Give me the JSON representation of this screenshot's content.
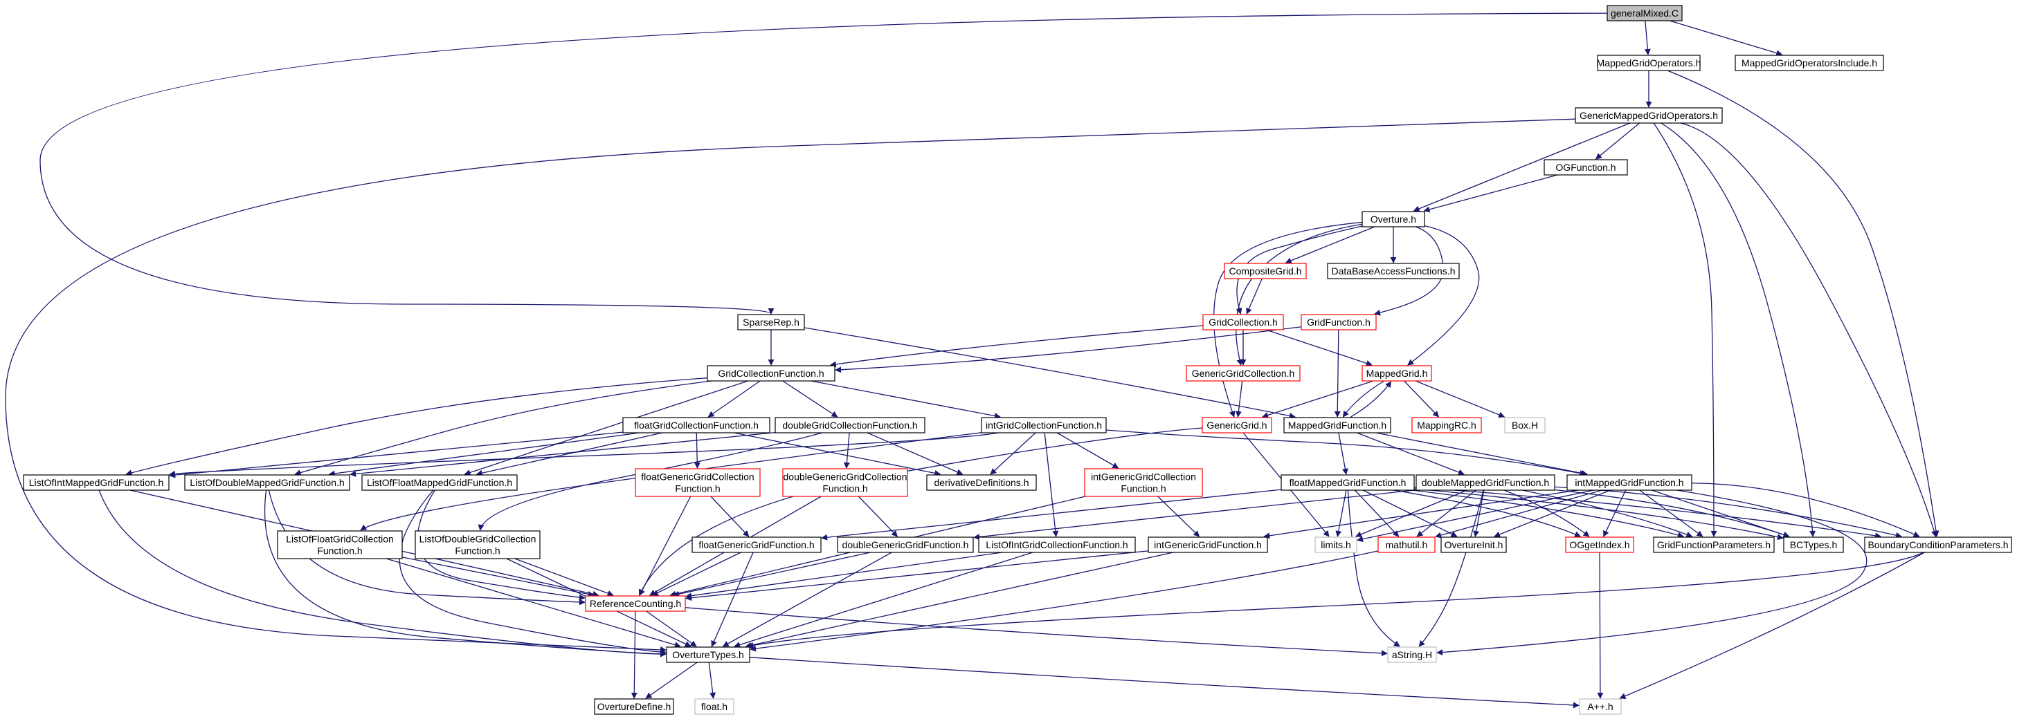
{
  "graph": {
    "root": "generalMixed.C",
    "colors": {
      "edge": "#191970",
      "node_border": "#000000",
      "node_border_truncated": "#ff0000",
      "node_border_external": "#bfbfbf",
      "root_fill": "#bfbfbf",
      "node_fill": "#ffffff"
    },
    "nodes": [
      {
        "id": "n_general",
        "label": "generalMixed.C",
        "style": "root"
      },
      {
        "id": "n_mgo",
        "label": "MappedGridOperators.h",
        "style": "normal"
      },
      {
        "id": "n_mgoinc",
        "label": "MappedGridOperatorsInclude.h",
        "style": "normal"
      },
      {
        "id": "n_gmgo",
        "label": "GenericMappedGridOperators.h",
        "style": "normal"
      },
      {
        "id": "n_ogf",
        "label": "OGFunction.h",
        "style": "normal"
      },
      {
        "id": "n_overture",
        "label": "Overture.h",
        "style": "normal"
      },
      {
        "id": "n_compgrid",
        "label": "CompositeGrid.h",
        "style": "truncated"
      },
      {
        "id": "n_dbaf",
        "label": "DataBaseAccessFunctions.h",
        "style": "normal"
      },
      {
        "id": "n_sparse",
        "label": "SparseRep.h",
        "style": "normal"
      },
      {
        "id": "n_gridcoll",
        "label": "GridCollection.h",
        "style": "truncated"
      },
      {
        "id": "n_gridfunc",
        "label": "GridFunction.h",
        "style": "truncated"
      },
      {
        "id": "n_gcf",
        "label": "GridCollectionFunction.h",
        "style": "normal"
      },
      {
        "id": "n_ggc",
        "label": "GenericGridCollection.h",
        "style": "truncated"
      },
      {
        "id": "n_mappedgrid",
        "label": "MappedGrid.h",
        "style": "truncated"
      },
      {
        "id": "n_fgcf",
        "label": "floatGridCollectionFunction.h",
        "style": "normal"
      },
      {
        "id": "n_dgcf",
        "label": "doubleGridCollectionFunction.h",
        "style": "normal"
      },
      {
        "id": "n_igcf",
        "label": "intGridCollectionFunction.h",
        "style": "normal"
      },
      {
        "id": "n_genericgrid",
        "label": "GenericGrid.h",
        "style": "truncated"
      },
      {
        "id": "n_mgf",
        "label": "MappedGridFunction.h",
        "style": "normal"
      },
      {
        "id": "n_mappingrc",
        "label": "MappingRC.h",
        "style": "truncated"
      },
      {
        "id": "n_boxh",
        "label": "Box.H",
        "style": "external"
      },
      {
        "id": "n_loimgf",
        "label": "ListOfIntMappedGridFunction.h",
        "style": "normal"
      },
      {
        "id": "n_lodmgf",
        "label": "ListOfDoubleMappedGridFunction.h",
        "style": "normal"
      },
      {
        "id": "n_lofmgf",
        "label": "ListOfFloatMappedGridFunction.h",
        "style": "normal"
      },
      {
        "id": "n_fggcf",
        "label": [
          "floatGenericGridCollection",
          "Function.h"
        ],
        "style": "truncated"
      },
      {
        "id": "n_dggcf",
        "label": [
          "doubleGenericGridCollection",
          "Function.h"
        ],
        "style": "truncated"
      },
      {
        "id": "n_derivdef",
        "label": "derivativeDefinitions.h",
        "style": "normal"
      },
      {
        "id": "n_iggcf",
        "label": [
          "intGenericGridCollection",
          "Function.h"
        ],
        "style": "truncated"
      },
      {
        "id": "n_fmgf",
        "label": "floatMappedGridFunction.h",
        "style": "normal"
      },
      {
        "id": "n_dmgf",
        "label": "doubleMappedGridFunction.h",
        "style": "normal"
      },
      {
        "id": "n_imgf",
        "label": "intMappedGridFunction.h",
        "style": "normal"
      },
      {
        "id": "n_lofgcf",
        "label": [
          "ListOfFloatGridCollection",
          "Function.h"
        ],
        "style": "normal"
      },
      {
        "id": "n_lodgcf",
        "label": [
          "ListOfDoubleGridCollection",
          "Function.h"
        ],
        "style": "normal"
      },
      {
        "id": "n_fggf",
        "label": "floatGenericGridFunction.h",
        "style": "normal"
      },
      {
        "id": "n_dggf",
        "label": "doubleGenericGridFunction.h",
        "style": "normal"
      },
      {
        "id": "n_loigcf",
        "label": "ListOfIntGridCollectionFunction.h",
        "style": "normal"
      },
      {
        "id": "n_iggf",
        "label": "intGenericGridFunction.h",
        "style": "normal"
      },
      {
        "id": "n_limits",
        "label": "limits.h",
        "style": "external"
      },
      {
        "id": "n_mathutil",
        "label": "mathutil.h",
        "style": "truncated"
      },
      {
        "id": "n_ovinit",
        "label": "OvertureInit.h",
        "style": "normal"
      },
      {
        "id": "n_oggetindex",
        "label": "OGgetIndex.h",
        "style": "truncated"
      },
      {
        "id": "n_gfp",
        "label": "GridFunctionParameters.h",
        "style": "normal"
      },
      {
        "id": "n_bctypes",
        "label": "BCTypes.h",
        "style": "normal"
      },
      {
        "id": "n_bcp",
        "label": "BoundaryConditionParameters.h",
        "style": "normal"
      },
      {
        "id": "n_refcount",
        "label": "ReferenceCounting.h",
        "style": "truncated"
      },
      {
        "id": "n_ovtypes",
        "label": "OvertureTypes.h",
        "style": "normal"
      },
      {
        "id": "n_astring",
        "label": "aString.H",
        "style": "external"
      },
      {
        "id": "n_ovdefine",
        "label": "OvertureDefine.h",
        "style": "normal"
      },
      {
        "id": "n_floath",
        "label": "float.h",
        "style": "external"
      },
      {
        "id": "n_app",
        "label": "A++.h",
        "style": "external"
      }
    ],
    "edges": [
      [
        "n_general",
        "n_mgo"
      ],
      [
        "n_general",
        "n_mgoinc"
      ],
      [
        "n_general",
        "n_sparse"
      ],
      [
        "n_mgo",
        "n_gmgo"
      ],
      [
        "n_mgo",
        "n_bcp"
      ],
      [
        "n_gmgo",
        "n_ogf"
      ],
      [
        "n_gmgo",
        "n_overture"
      ],
      [
        "n_gmgo",
        "n_ovtypes"
      ],
      [
        "n_gmgo",
        "n_gfp"
      ],
      [
        "n_gmgo",
        "n_bctypes"
      ],
      [
        "n_gmgo",
        "n_bcp"
      ],
      [
        "n_ogf",
        "n_overture"
      ],
      [
        "n_overture",
        "n_compgrid"
      ],
      [
        "n_overture",
        "n_dbaf"
      ],
      [
        "n_overture",
        "n_gridcoll"
      ],
      [
        "n_overture",
        "n_gridfunc"
      ],
      [
        "n_overture",
        "n_ggc"
      ],
      [
        "n_overture",
        "n_mappedgrid"
      ],
      [
        "n_overture",
        "n_genericgrid"
      ],
      [
        "n_compgrid",
        "n_gridcoll"
      ],
      [
        "n_sparse",
        "n_gcf"
      ],
      [
        "n_sparse",
        "n_mgf"
      ],
      [
        "n_gridcoll",
        "n_gcf"
      ],
      [
        "n_gridcoll",
        "n_ggc"
      ],
      [
        "n_gridcoll",
        "n_mappedgrid"
      ],
      [
        "n_gridfunc",
        "n_gcf"
      ],
      [
        "n_gridfunc",
        "n_mgf"
      ],
      [
        "n_ggc",
        "n_genericgrid"
      ],
      [
        "n_mappedgrid",
        "n_genericgrid"
      ],
      [
        "n_mappedgrid",
        "n_mgf"
      ],
      [
        "n_mappedgrid",
        "n_mappingrc"
      ],
      [
        "n_mappedgrid",
        "n_boxh"
      ],
      [
        "n_mgf",
        "n_mappedgrid"
      ],
      [
        "n_mgf",
        "n_fmgf"
      ],
      [
        "n_mgf",
        "n_dmgf"
      ],
      [
        "n_mgf",
        "n_imgf"
      ],
      [
        "n_gcf",
        "n_fgcf"
      ],
      [
        "n_gcf",
        "n_dgcf"
      ],
      [
        "n_gcf",
        "n_igcf"
      ],
      [
        "n_gcf",
        "n_loimgf"
      ],
      [
        "n_gcf",
        "n_lodmgf"
      ],
      [
        "n_gcf",
        "n_lofmgf"
      ],
      [
        "n_fgcf",
        "n_fggcf"
      ],
      [
        "n_fgcf",
        "n_derivdef"
      ],
      [
        "n_fgcf",
        "n_loimgf"
      ],
      [
        "n_fgcf",
        "n_lodmgf"
      ],
      [
        "n_fgcf",
        "n_lofmgf"
      ],
      [
        "n_dgcf",
        "n_dggcf"
      ],
      [
        "n_dgcf",
        "n_derivdef"
      ],
      [
        "n_dgcf",
        "n_lodgcf"
      ],
      [
        "n_dgcf",
        "n_lodmgf"
      ],
      [
        "n_igcf",
        "n_iggcf"
      ],
      [
        "n_igcf",
        "n_derivdef"
      ],
      [
        "n_igcf",
        "n_loigcf"
      ],
      [
        "n_igcf",
        "n_loimgf"
      ],
      [
        "n_igcf",
        "n_imgf"
      ],
      [
        "n_igcf",
        "n_lofgcf"
      ],
      [
        "n_genericgrid",
        "n_refcount"
      ],
      [
        "n_genericgrid",
        "n_limits"
      ],
      [
        "n_fggcf",
        "n_fggf"
      ],
      [
        "n_fggcf",
        "n_refcount"
      ],
      [
        "n_dggcf",
        "n_dggf"
      ],
      [
        "n_dggcf",
        "n_refcount"
      ],
      [
        "n_iggcf",
        "n_iggf"
      ],
      [
        "n_iggcf",
        "n_refcount"
      ],
      [
        "n_fmgf",
        "n_fggf"
      ],
      [
        "n_fmgf",
        "n_limits"
      ],
      [
        "n_fmgf",
        "n_mathutil"
      ],
      [
        "n_fmgf",
        "n_ovinit"
      ],
      [
        "n_fmgf",
        "n_oggetindex"
      ],
      [
        "n_fmgf",
        "n_gfp"
      ],
      [
        "n_fmgf",
        "n_bctypes"
      ],
      [
        "n_fmgf",
        "n_bcp"
      ],
      [
        "n_fmgf",
        "n_astring"
      ],
      [
        "n_dmgf",
        "n_dggf"
      ],
      [
        "n_dmgf",
        "n_limits"
      ],
      [
        "n_dmgf",
        "n_mathutil"
      ],
      [
        "n_dmgf",
        "n_ovinit"
      ],
      [
        "n_dmgf",
        "n_oggetindex"
      ],
      [
        "n_dmgf",
        "n_gfp"
      ],
      [
        "n_dmgf",
        "n_bctypes"
      ],
      [
        "n_dmgf",
        "n_bcp"
      ],
      [
        "n_dmgf",
        "n_astring"
      ],
      [
        "n_imgf",
        "n_iggf"
      ],
      [
        "n_imgf",
        "n_limits"
      ],
      [
        "n_imgf",
        "n_mathutil"
      ],
      [
        "n_imgf",
        "n_ovinit"
      ],
      [
        "n_imgf",
        "n_oggetindex"
      ],
      [
        "n_imgf",
        "n_gfp"
      ],
      [
        "n_imgf",
        "n_bctypes"
      ],
      [
        "n_imgf",
        "n_bcp"
      ],
      [
        "n_imgf",
        "n_astring"
      ],
      [
        "n_loimgf",
        "n_refcount"
      ],
      [
        "n_loimgf",
        "n_ovtypes"
      ],
      [
        "n_lodmgf",
        "n_refcount"
      ],
      [
        "n_lodmgf",
        "n_ovtypes"
      ],
      [
        "n_lofmgf",
        "n_refcount"
      ],
      [
        "n_lofmgf",
        "n_ovtypes"
      ],
      [
        "n_lofgcf",
        "n_refcount"
      ],
      [
        "n_lofgcf",
        "n_ovtypes"
      ],
      [
        "n_lodgcf",
        "n_refcount"
      ],
      [
        "n_lodgcf",
        "n_ovtypes"
      ],
      [
        "n_loigcf",
        "n_refcount"
      ],
      [
        "n_loigcf",
        "n_ovtypes"
      ],
      [
        "n_fggf",
        "n_refcount"
      ],
      [
        "n_fggf",
        "n_ovtypes"
      ],
      [
        "n_dggf",
        "n_refcount"
      ],
      [
        "n_dggf",
        "n_ovtypes"
      ],
      [
        "n_iggf",
        "n_refcount"
      ],
      [
        "n_iggf",
        "n_ovtypes"
      ],
      [
        "n_mathutil",
        "n_ovtypes"
      ],
      [
        "n_oggetindex",
        "n_app"
      ],
      [
        "n_bcp",
        "n_ovtypes"
      ],
      [
        "n_bcp",
        "n_app"
      ],
      [
        "n_refcount",
        "n_ovtypes"
      ],
      [
        "n_refcount",
        "n_ovdefine"
      ],
      [
        "n_refcount",
        "n_astring"
      ],
      [
        "n_ovtypes",
        "n_ovdefine"
      ],
      [
        "n_ovtypes",
        "n_floath"
      ],
      [
        "n_ovtypes",
        "n_app"
      ]
    ]
  }
}
